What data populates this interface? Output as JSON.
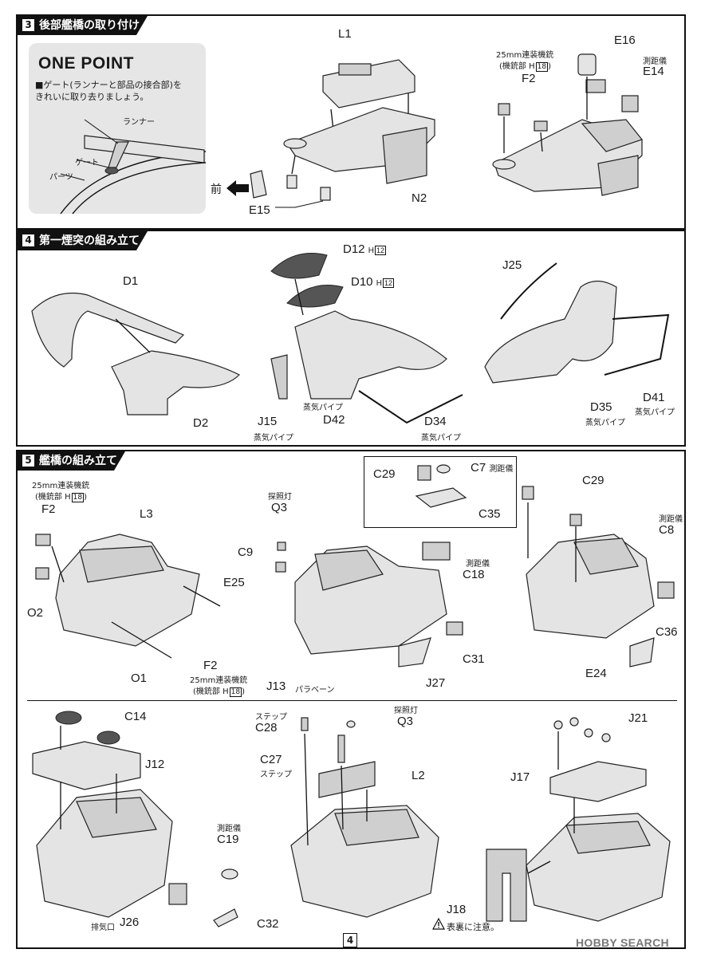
{
  "sections": [
    {
      "number": "3",
      "title": "後部艦橋の取り付け"
    },
    {
      "number": "4",
      "title": "第一煙突の組み立て"
    },
    {
      "number": "5",
      "title": "艦橋の組み立て"
    }
  ],
  "one_point": {
    "title": "ONE POINT",
    "text_line1": "■ゲート(ランナーと部品の接合部)を",
    "text_line2": "きれいに取り去りましょう。",
    "runner_label": "ランナー",
    "gate_label": "ゲート",
    "parts_label": "パーツ"
  },
  "labels": {
    "mae": "前",
    "h": "H",
    "h12": "12",
    "h18": "18",
    "gun_25mm": "25mm連装機銃",
    "gun_unit_open": "(機銃部",
    "gun_unit_close": ")",
    "rangefinder": "測距儀",
    "steam_pipe": "蒸気パイプ",
    "searchlight": "探照灯",
    "paravane": "パラベーン",
    "step": "ステップ",
    "exhaust": "排気口",
    "caution": "表裏に注意。"
  },
  "parts": {
    "L1": "L1",
    "E16": "E16",
    "F2": "F2",
    "E14": "E14",
    "E15": "E15",
    "N2": "N2",
    "D1": "D1",
    "D2": "D2",
    "D12": "D12",
    "D10": "D10",
    "J15": "J15",
    "D42": "D42",
    "D34": "D34",
    "J25": "J25",
    "D35": "D35",
    "D41": "D41",
    "L3": "L3",
    "O2": "O2",
    "E25": "E25",
    "O1": "O1",
    "Q3": "Q3",
    "C9": "C9",
    "J13": "J13",
    "C29": "C29",
    "C7": "C7",
    "C35": "C35",
    "C18": "C18",
    "C31": "C31",
    "J27": "J27",
    "C8": "C8",
    "C36": "C36",
    "E24": "E24",
    "C14": "C14",
    "J12": "J12",
    "C19": "C19",
    "J26": "J26",
    "C32": "C32",
    "C28": "C28",
    "C27": "C27",
    "L2": "L2",
    "J21": "J21",
    "J17": "J17",
    "J18": "J18"
  },
  "page_number": "4",
  "watermark": "HOBBY SEARCH"
}
